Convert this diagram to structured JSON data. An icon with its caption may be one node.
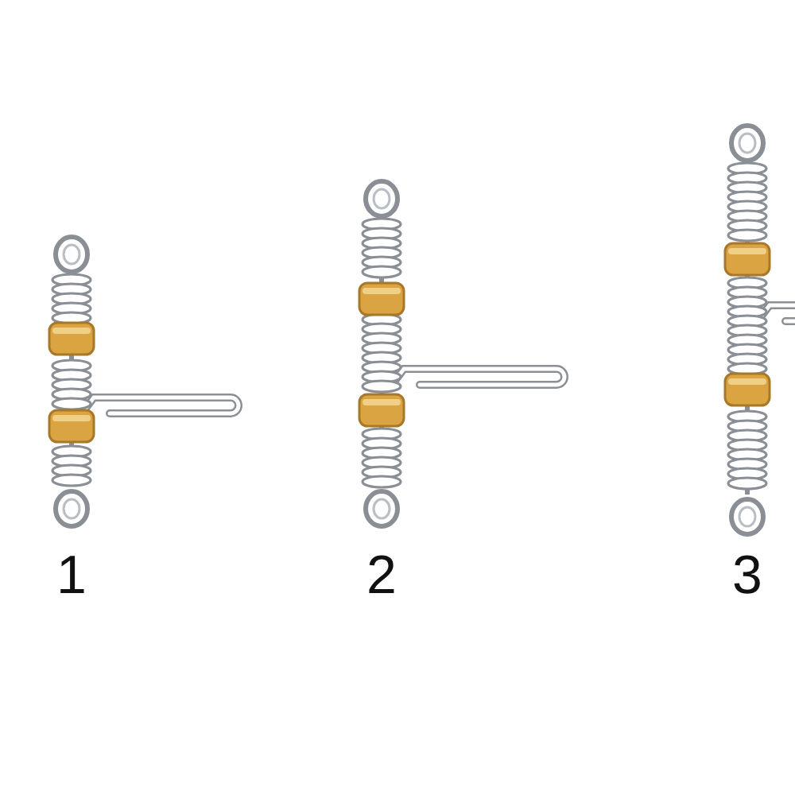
{
  "diagram": {
    "labels": [
      "1",
      "2",
      "3"
    ]
  }
}
